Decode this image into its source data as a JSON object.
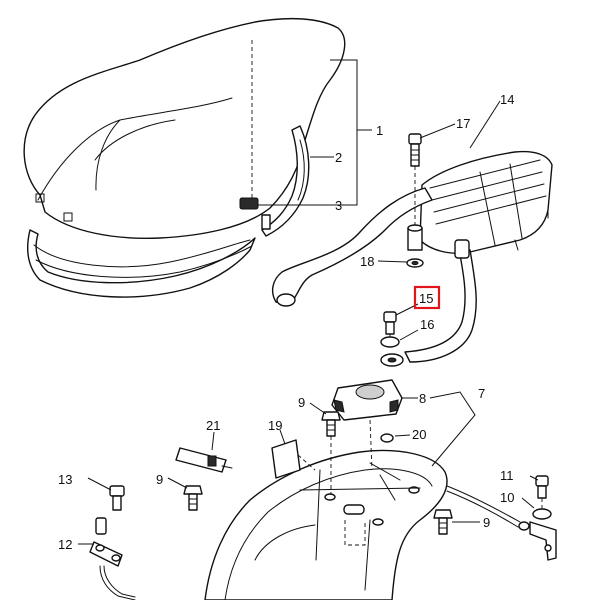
{
  "callouts": [
    {
      "id": "c1",
      "text": "1"
    },
    {
      "id": "c2",
      "text": "2"
    },
    {
      "id": "c3",
      "text": "3"
    },
    {
      "id": "c7",
      "text": "7"
    },
    {
      "id": "c8",
      "text": "8"
    },
    {
      "id": "c9a",
      "text": "9"
    },
    {
      "id": "c9b",
      "text": "9"
    },
    {
      "id": "c9c",
      "text": "9"
    },
    {
      "id": "c10",
      "text": "10"
    },
    {
      "id": "c11",
      "text": "11"
    },
    {
      "id": "c12",
      "text": "12"
    },
    {
      "id": "c13",
      "text": "13"
    },
    {
      "id": "c14",
      "text": "14"
    },
    {
      "id": "c15",
      "text": "15"
    },
    {
      "id": "c16",
      "text": "16"
    },
    {
      "id": "c17",
      "text": "17"
    },
    {
      "id": "c18",
      "text": "18"
    },
    {
      "id": "c19",
      "text": "19"
    },
    {
      "id": "c20",
      "text": "20"
    },
    {
      "id": "c21",
      "text": "21"
    }
  ],
  "highlighted_callout": "15",
  "colors": {
    "line": "#111111",
    "highlight": "#e0161b",
    "background": "#ffffff"
  }
}
